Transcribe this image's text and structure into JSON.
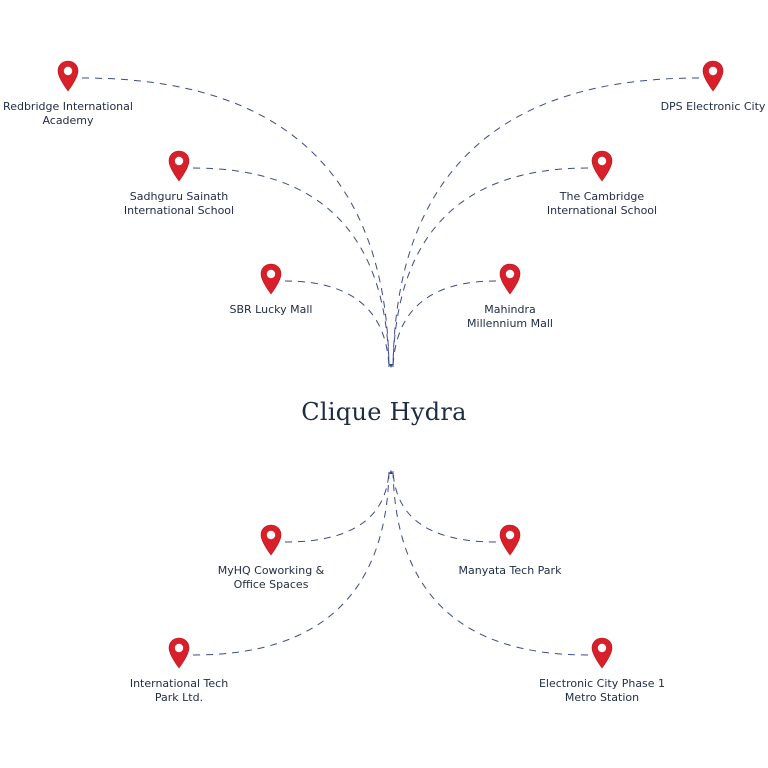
{
  "title": "Clique Hydra",
  "colors": {
    "pin": "#d8202b",
    "pin_dark": "#b3141d",
    "line": "#3b4a8c",
    "text": "#1f2b45"
  },
  "icons": {
    "pin": "map-pin-icon"
  },
  "top_locations": [
    {
      "id": "redbridge",
      "lines": [
        "Redbridge International",
        "Academy"
      ]
    },
    {
      "id": "sadhguru",
      "lines": [
        "Sadhguru Sainath",
        "International School"
      ]
    },
    {
      "id": "sbr",
      "lines": [
        "SBR Lucky Mall"
      ]
    },
    {
      "id": "dps",
      "lines": [
        "DPS Electronic City"
      ]
    },
    {
      "id": "cambridge",
      "lines": [
        "The Cambridge",
        "International School"
      ]
    },
    {
      "id": "mahindra",
      "lines": [
        "Mahindra",
        "Millennium Mall"
      ]
    }
  ],
  "bottom_locations": [
    {
      "id": "myhq",
      "lines": [
        "MyHQ Coworking &",
        "Office Spaces"
      ]
    },
    {
      "id": "itpl",
      "lines": [
        "International Tech",
        "Park Ltd."
      ]
    },
    {
      "id": "manyata",
      "lines": [
        "Manyata Tech Park"
      ]
    },
    {
      "id": "ecity-metro",
      "lines": [
        "Electronic City Phase 1",
        "Metro Station"
      ]
    }
  ]
}
